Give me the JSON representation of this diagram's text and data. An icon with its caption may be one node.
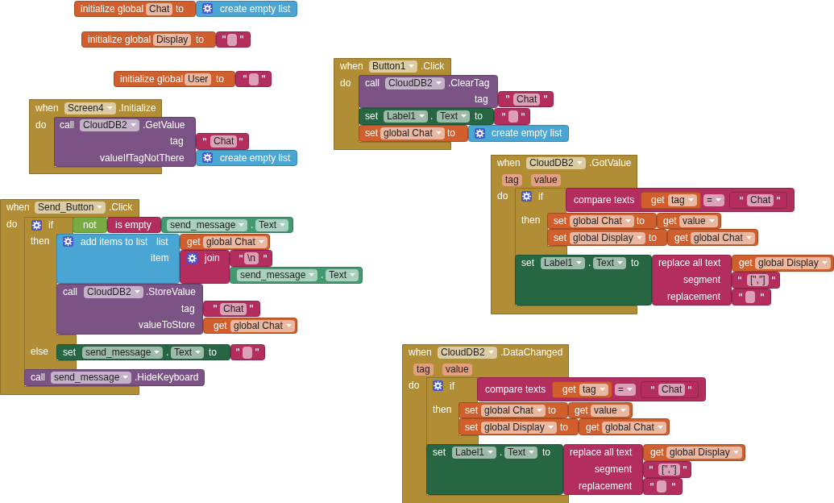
{
  "diagram": {
    "nodes": [
      {
        "text": [
          "initialize global",
          "Chat",
          "to"
        ]
      },
      {
        "text": [
          "create empty list"
        ]
      },
      {
        "text": [
          "initialize global",
          "Display",
          "to"
        ]
      },
      {
        "text": [],
        "shape": "box"
      },
      {
        "text": [
          "when",
          "Button1",
          ".Click",
          "do"
        ]
      },
      {
        "text": [
          "call",
          "CloudDB2",
          ".ClearTag",
          "tag"
        ]
      },
      {
        "text": [
          "Chat"
        ]
      },
      {
        "text": [
          "set",
          "Label1",
          ".",
          "Text",
          "to"
        ]
      },
      {
        "text": [],
        "shape": "box"
      },
      {
        "text": [
          "set",
          "global Chat",
          "to"
        ]
      },
      {
        "text": [
          "create empty list"
        ]
      },
      {
        "text": [
          "initialize global",
          "User",
          "to"
        ]
      },
      {
        "text": [],
        "shape": "box"
      },
      {
        "text": [
          "when",
          "Screen4",
          ".Initialize",
          "do"
        ]
      },
      {
        "text": [
          "call",
          "CloudDB2",
          ".GetValue",
          "tag",
          "valueIfTagNotThere"
        ]
      },
      {
        "text": [
          "Chat"
        ]
      },
      {
        "text": [
          "create empty list"
        ]
      },
      {
        "text": [
          "when",
          "CloudDB2",
          ".GotValue",
          "tag",
          "value",
          "do"
        ]
      },
      {
        "text": [
          "if",
          "then"
        ]
      },
      {
        "text": [
          "compare texts",
          "="
        ]
      },
      {
        "text": [
          "get",
          "tag"
        ],
        "in": 19
      },
      {
        "text": [
          "Chat"
        ],
        "in": 19
      },
      {
        "text": [
          "set",
          "global Chat",
          "to"
        ]
      },
      {
        "text": [
          "get",
          "value"
        ]
      },
      {
        "text": [
          "set",
          "global Display",
          "to"
        ]
      },
      {
        "text": [
          "get",
          "global Chat"
        ]
      },
      {
        "text": [
          "set",
          "Label1",
          ".",
          "Text",
          "to"
        ]
      },
      {
        "text": [
          "replace all text",
          "segment",
          "replacement"
        ]
      },
      {
        "text": [
          "get",
          "global Display"
        ]
      },
      {
        "text": [
          "[\",\"]"
        ]
      },
      {
        "text": [],
        "shape": "box"
      },
      {
        "text": [
          "when",
          "Send_Button",
          ".Click",
          "do"
        ]
      },
      {
        "text": [
          "if",
          "then",
          "else"
        ]
      },
      {
        "text": [
          "not"
        ]
      },
      {
        "text": [
          "is empty"
        ]
      },
      {
        "text": [
          "send_message",
          ".",
          "Text"
        ]
      },
      {
        "text": [
          "add items to list",
          "list",
          "item"
        ]
      },
      {
        "text": [
          "get",
          "global Chat"
        ]
      },
      {
        "text": [
          "join"
        ]
      },
      {
        "text": [
          "\\n"
        ]
      },
      {
        "text": [
          "send_message",
          ".",
          "Text"
        ]
      },
      {
        "text": [
          "call",
          "CloudDB2",
          ".StoreValue",
          "tag",
          "valueToStore"
        ]
      },
      {
        "text": [
          "Chat"
        ]
      },
      {
        "text": [
          "get",
          "global Chat"
        ]
      },
      {
        "text": [
          "set",
          "send_message",
          ".",
          "Text",
          "to"
        ]
      },
      {
        "text": [],
        "shape": "box"
      },
      {
        "text": [
          "call",
          "send_message",
          ".HideKeyboard"
        ]
      },
      {
        "text": [
          "when",
          "CloudDB2",
          ".DataChanged",
          "tag",
          "value",
          "do"
        ]
      },
      {
        "text": [
          "if",
          "then"
        ]
      },
      {
        "text": [
          "compare texts",
          "="
        ]
      },
      {
        "text": [
          "get",
          "tag"
        ],
        "in": 49
      },
      {
        "text": [
          "Chat"
        ],
        "in": 49
      },
      {
        "text": [
          "set",
          "global Chat",
          "to"
        ]
      },
      {
        "text": [
          "get",
          "value"
        ]
      },
      {
        "text": [
          "set",
          "global Display",
          "to"
        ]
      },
      {
        "text": [
          "get",
          "global Chat"
        ]
      },
      {
        "text": [
          "set",
          "Label1",
          ".",
          "Text",
          "to"
        ]
      },
      {
        "text": [
          "replace all text",
          "segment",
          "replacement"
        ]
      },
      {
        "text": [
          "get",
          "global Display"
        ]
      },
      {
        "text": [
          "[\",\"]"
        ]
      },
      {
        "text": [],
        "shape": "box"
      }
    ]
  }
}
